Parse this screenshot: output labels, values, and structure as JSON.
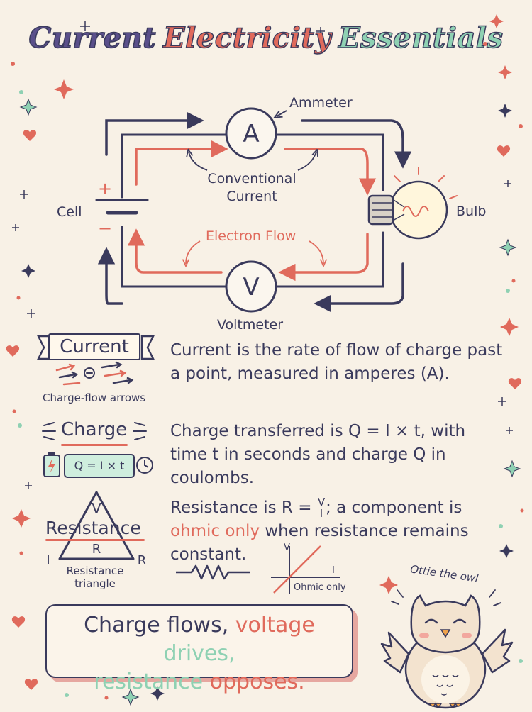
{
  "title": {
    "word1": "Current",
    "word2": "Electricity",
    "word3": "Essentials"
  },
  "circuit": {
    "ammeter_label": "Ammeter",
    "ammeter_symbol": "A",
    "voltmeter_label": "Voltmeter",
    "voltmeter_symbol": "V",
    "cell_label": "Cell",
    "bulb_label": "Bulb",
    "plus": "+",
    "minus": "−",
    "conventional_line1": "Conventional",
    "conventional_line2": "Current",
    "electron_flow": "Electron Flow"
  },
  "current": {
    "heading": "Current",
    "caption": "Charge-flow arrows",
    "text": "Current is the rate of flow of charge past a point, measured in amperes (A)."
  },
  "charge": {
    "heading": "Charge",
    "formula": "Q = I × t",
    "text": "Charge transferred is Q = I × t, with time t in seconds and charge Q in coulombs."
  },
  "resistance": {
    "heading": "Resistance",
    "triangle_top": "V",
    "triangle_left": "I",
    "triangle_right": "R",
    "triangle_center": "R",
    "caption_line1": "Resistance",
    "caption_line2": "triangle",
    "text_before": "Resistance is R = ",
    "frac_num": "V",
    "frac_den": "I",
    "text_mid": "; a component is ",
    "text_ohmic": "ohmic only",
    "text_after": " when resistance remains constant.",
    "graph_y": "V",
    "graph_x": "I",
    "graph_caption": "Ohmic only"
  },
  "summary": {
    "part1": "Charge flows,",
    "part2": "voltage",
    "part3": "drives,",
    "part4": "resistance",
    "part5": "opposes."
  },
  "mascot": {
    "label": "Ottie the owl"
  },
  "colors": {
    "navy": "#3a3a5c",
    "coral": "#e06a5c",
    "mint": "#8fd1b3",
    "background": "#f8f1e6"
  }
}
